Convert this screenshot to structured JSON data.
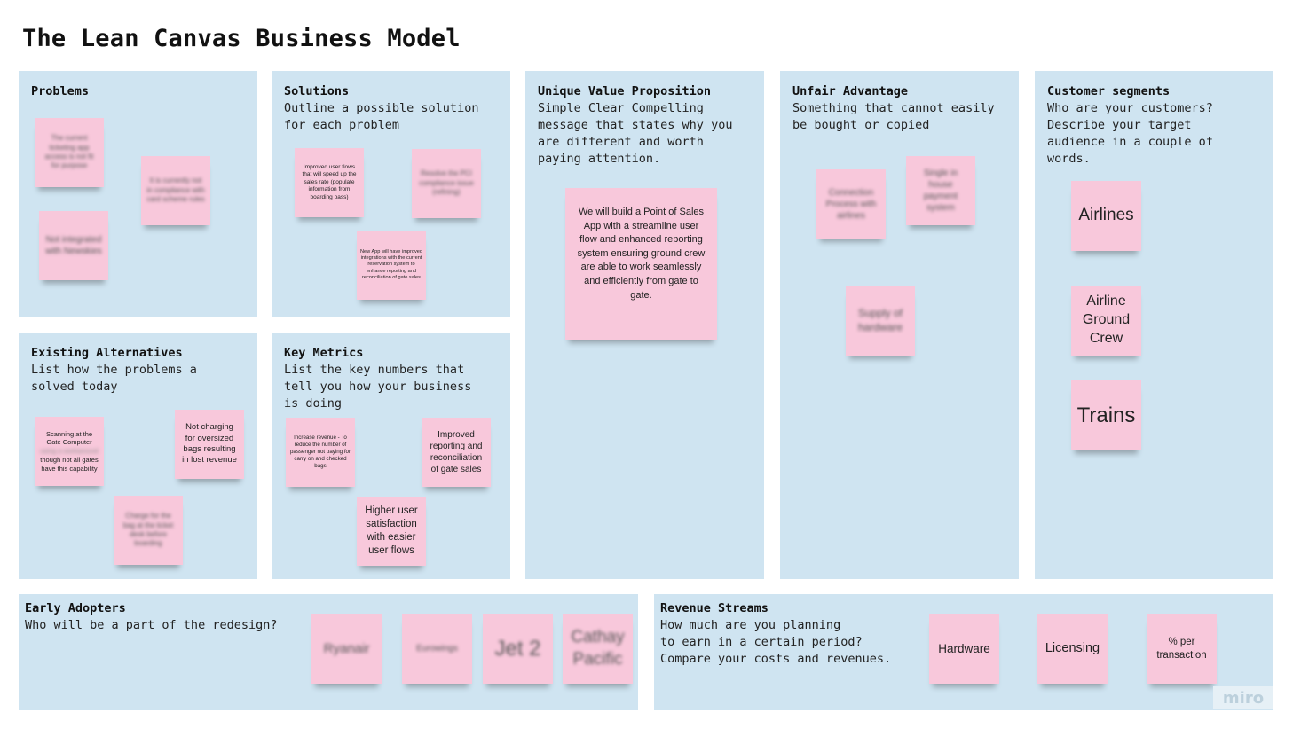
{
  "title": "The Lean Canvas Business Model",
  "panels": {
    "problems": {
      "heading": "Problems",
      "desc": ""
    },
    "solutions": {
      "heading": "Solutions",
      "desc": "Outline a possible solution\nfor each problem"
    },
    "uvp": {
      "heading": "Unique Value Proposition",
      "desc": "Simple Clear Compelling\nmessage that states why you\nare different and worth\npaying attention."
    },
    "unfair": {
      "heading": "Unfair Advantage",
      "desc": "Something that cannot easily\nbe bought or copied"
    },
    "segments": {
      "heading": "Customer segments",
      "desc": "Who are your customers?\nDescribe your target\naudience in a couple of\nwords."
    },
    "alternatives": {
      "heading": "Existing Alternatives",
      "desc": "List how the problems a\nsolved today"
    },
    "metrics": {
      "heading": "Key Metrics",
      "desc": "List the key numbers that\ntell you how your business\nis doing"
    },
    "early": {
      "heading": "Early Adopters",
      "desc": "Who will be a part of the redesign?"
    },
    "revenue": {
      "heading": "Revenue Streams",
      "desc": "How much are you planning\nto earn in a certain period?\nCompare your costs and revenues."
    }
  },
  "notes": {
    "problems_1": "The current ticketing app access is not fit for purpose",
    "problems_2": "Not integrated with Newskies",
    "problems_3": "It is currently not in compliance with card scheme rules",
    "solutions_1": "Improved user flows that will speed up the sales rate (populate information from boarding pass)",
    "solutions_2": "Resolve the PCI compliance issue (refining)",
    "solutions_3": "New App will have improved integrations with the current reservation system to enhance reporting and reconciliation of gate sales",
    "uvp_1": "We will build a Point of Sales App with a streamline user flow and enhanced reporting system ensuring ground crew are able to work seamlessly and efficiently from gate to gate.",
    "unfair_1": "Connection Process with airlines",
    "unfair_2": "Single in house payment system",
    "unfair_3": "Supply of hardware",
    "segments_1": "Airlines",
    "segments_2": "Airline Ground Crew",
    "segments_3": "Trains",
    "alt_1a": "Scanning at the Gate Computer",
    "alt_1b": "though not all gates have this capability",
    "alt_1_hidden": "using a workaround",
    "alt_2": "Not charging for oversized bags resulting in lost revenue",
    "alt_3": "Charge for the bag at the ticket desk before boarding",
    "metrics_1": "Increase revenue - To reduce the number of passenger not paying for carry on and checked bags",
    "metrics_2": "Improved reporting and reconciliation of gate sales",
    "metrics_3": "Higher user satisfaction with easier user flows",
    "early_1": "Ryanair",
    "early_2": "Eurowings",
    "early_3": "Jet 2",
    "early_4": "Cathay Pacific",
    "rev_1": "Hardware",
    "rev_2": "Licensing",
    "rev_3": "% per transaction"
  },
  "watermark": "miro",
  "colors": {
    "panel": "#cfe4f1",
    "sticky": "#f8c8db"
  }
}
